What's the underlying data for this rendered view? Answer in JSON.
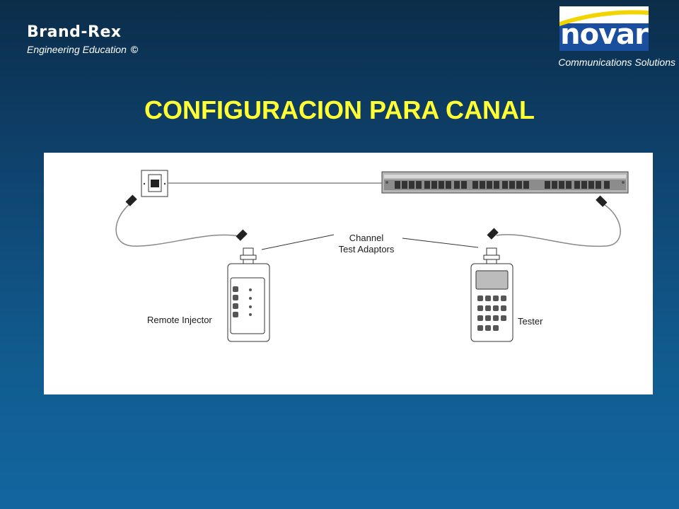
{
  "header": {
    "brand": "Brand-Rex",
    "brand_subtitle": "Engineering Education",
    "copyright_symbol": "©",
    "logo_text": "novar",
    "tagline": "Communications Solutions"
  },
  "slide": {
    "title": "CONFIGURACION PARA CANAL"
  },
  "diagram": {
    "label_channel_line1": "Channel",
    "label_channel_line2": "Test Adaptors",
    "label_remote": "Remote Injector",
    "label_tester": "Tester"
  },
  "colors": {
    "title": "#ffff33",
    "background_top": "#0b2d4a",
    "background_bottom": "#1266a0",
    "logo_blue": "#1a4fa0",
    "logo_yellow": "#f2d400"
  }
}
